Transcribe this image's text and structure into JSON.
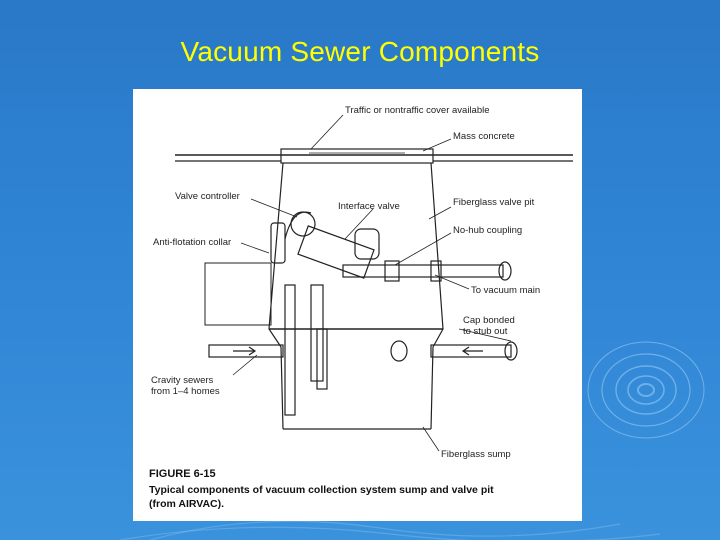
{
  "slide": {
    "title": "Vacuum Sewer Components"
  },
  "figure": {
    "labels": {
      "cover": "Traffic or nontraffic cover available",
      "mass_concrete": "Mass concrete",
      "valve_controller": "Valve controller",
      "interface_valve": "Interface valve",
      "fiberglass_valve_pit": "Fiberglass valve pit",
      "no_hub_coupling": "No-hub coupling",
      "anti_flotation_collar": "Anti-flotation collar",
      "to_vacuum_main": "To vacuum main",
      "cap_bonded_line1": "Cap bonded",
      "cap_bonded_line2": "to stub out",
      "gravity_sewers_line1": "Cravity sewers",
      "gravity_sewers_line2": "from 1–4 homes",
      "fiberglass_sump": "Fiberglass sump"
    },
    "caption": {
      "number": "FIGURE 6-15",
      "line1": "Typical components of vacuum collection system sump and valve pit",
      "line2": "(from AIRVAC)."
    }
  },
  "colors": {
    "title": "#ffff00",
    "background": "#2f84d4",
    "figure_bg": "#ffffff",
    "line": "#222222"
  }
}
